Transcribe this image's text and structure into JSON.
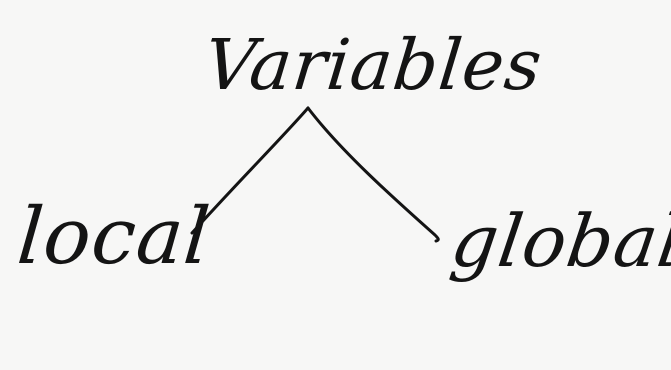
{
  "diagram": {
    "root": {
      "label": "Variables"
    },
    "children": [
      {
        "label": "local"
      },
      {
        "label": "global."
      }
    ],
    "colors": {
      "ink": "#141414",
      "paper": "#f7f7f6"
    }
  }
}
